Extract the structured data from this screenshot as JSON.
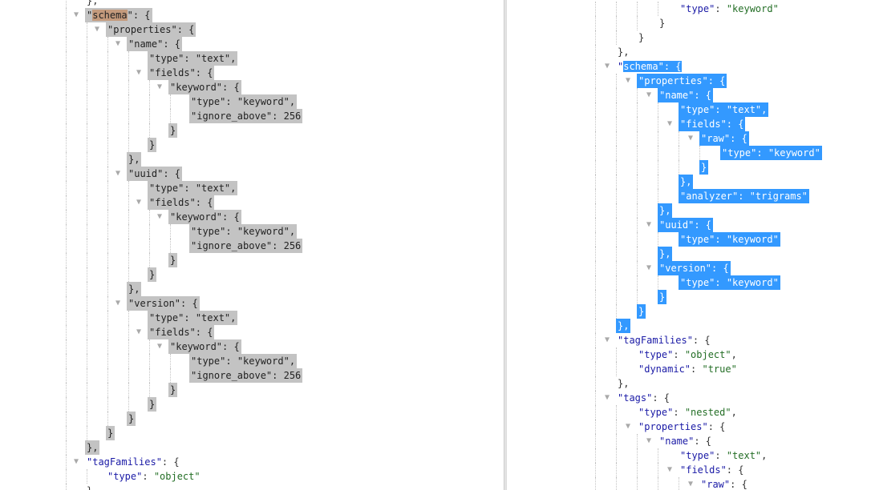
{
  "left_pane": {
    "lines": [
      {
        "indent": 0,
        "toggle": false,
        "hl": "none",
        "parts": [
          {
            "c": "p",
            "t": "},"
          }
        ]
      },
      {
        "indent": 0,
        "toggle": true,
        "hl": "gray",
        "parts": [
          {
            "c": "k",
            "t": "\""
          },
          {
            "c": "k",
            "t": "schema",
            "m": true
          },
          {
            "c": "k",
            "t": "\""
          },
          {
            "c": "p",
            "t": ": {"
          }
        ]
      },
      {
        "indent": 1,
        "toggle": true,
        "hl": "gray",
        "parts": [
          {
            "c": "k",
            "t": "\"properties\""
          },
          {
            "c": "p",
            "t": ": {"
          }
        ]
      },
      {
        "indent": 2,
        "toggle": true,
        "hl": "gray",
        "parts": [
          {
            "c": "k",
            "t": "\"name\""
          },
          {
            "c": "p",
            "t": ": {"
          }
        ]
      },
      {
        "indent": 3,
        "toggle": false,
        "hl": "gray",
        "parts": [
          {
            "c": "k",
            "t": "\"type\""
          },
          {
            "c": "p",
            "t": ": "
          },
          {
            "c": "s",
            "t": "\"text\""
          },
          {
            "c": "p",
            "t": ","
          }
        ]
      },
      {
        "indent": 3,
        "toggle": true,
        "hl": "gray",
        "parts": [
          {
            "c": "k",
            "t": "\"fields\""
          },
          {
            "c": "p",
            "t": ": {"
          }
        ]
      },
      {
        "indent": 4,
        "toggle": true,
        "hl": "gray",
        "parts": [
          {
            "c": "k",
            "t": "\"keyword\""
          },
          {
            "c": "p",
            "t": ": {"
          }
        ]
      },
      {
        "indent": 5,
        "toggle": false,
        "hl": "gray",
        "parts": [
          {
            "c": "k",
            "t": "\"type\""
          },
          {
            "c": "p",
            "t": ": "
          },
          {
            "c": "s",
            "t": "\"keyword\""
          },
          {
            "c": "p",
            "t": ","
          }
        ]
      },
      {
        "indent": 5,
        "toggle": false,
        "hl": "gray",
        "parts": [
          {
            "c": "k",
            "t": "\"ignore_above\""
          },
          {
            "c": "p",
            "t": ": "
          },
          {
            "c": "n",
            "t": "256"
          }
        ]
      },
      {
        "indent": 4,
        "toggle": false,
        "hl": "gray",
        "parts": [
          {
            "c": "p",
            "t": "}"
          }
        ]
      },
      {
        "indent": 3,
        "toggle": false,
        "hl": "gray",
        "parts": [
          {
            "c": "p",
            "t": "}"
          }
        ]
      },
      {
        "indent": 2,
        "toggle": false,
        "hl": "gray",
        "parts": [
          {
            "c": "p",
            "t": "},"
          }
        ]
      },
      {
        "indent": 2,
        "toggle": true,
        "hl": "gray",
        "parts": [
          {
            "c": "k",
            "t": "\"uuid\""
          },
          {
            "c": "p",
            "t": ": {"
          }
        ]
      },
      {
        "indent": 3,
        "toggle": false,
        "hl": "gray",
        "parts": [
          {
            "c": "k",
            "t": "\"type\""
          },
          {
            "c": "p",
            "t": ": "
          },
          {
            "c": "s",
            "t": "\"text\""
          },
          {
            "c": "p",
            "t": ","
          }
        ]
      },
      {
        "indent": 3,
        "toggle": true,
        "hl": "gray",
        "parts": [
          {
            "c": "k",
            "t": "\"fields\""
          },
          {
            "c": "p",
            "t": ": {"
          }
        ]
      },
      {
        "indent": 4,
        "toggle": true,
        "hl": "gray",
        "parts": [
          {
            "c": "k",
            "t": "\"keyword\""
          },
          {
            "c": "p",
            "t": ": {"
          }
        ]
      },
      {
        "indent": 5,
        "toggle": false,
        "hl": "gray",
        "parts": [
          {
            "c": "k",
            "t": "\"type\""
          },
          {
            "c": "p",
            "t": ": "
          },
          {
            "c": "s",
            "t": "\"keyword\""
          },
          {
            "c": "p",
            "t": ","
          }
        ]
      },
      {
        "indent": 5,
        "toggle": false,
        "hl": "gray",
        "parts": [
          {
            "c": "k",
            "t": "\"ignore_above\""
          },
          {
            "c": "p",
            "t": ": "
          },
          {
            "c": "n",
            "t": "256"
          }
        ]
      },
      {
        "indent": 4,
        "toggle": false,
        "hl": "gray",
        "parts": [
          {
            "c": "p",
            "t": "}"
          }
        ]
      },
      {
        "indent": 3,
        "toggle": false,
        "hl": "gray",
        "parts": [
          {
            "c": "p",
            "t": "}"
          }
        ]
      },
      {
        "indent": 2,
        "toggle": false,
        "hl": "gray",
        "parts": [
          {
            "c": "p",
            "t": "},"
          }
        ]
      },
      {
        "indent": 2,
        "toggle": true,
        "hl": "gray",
        "parts": [
          {
            "c": "k",
            "t": "\"version\""
          },
          {
            "c": "p",
            "t": ": {"
          }
        ]
      },
      {
        "indent": 3,
        "toggle": false,
        "hl": "gray",
        "parts": [
          {
            "c": "k",
            "t": "\"type\""
          },
          {
            "c": "p",
            "t": ": "
          },
          {
            "c": "s",
            "t": "\"text\""
          },
          {
            "c": "p",
            "t": ","
          }
        ]
      },
      {
        "indent": 3,
        "toggle": true,
        "hl": "gray",
        "parts": [
          {
            "c": "k",
            "t": "\"fields\""
          },
          {
            "c": "p",
            "t": ": {"
          }
        ]
      },
      {
        "indent": 4,
        "toggle": true,
        "hl": "gray",
        "parts": [
          {
            "c": "k",
            "t": "\"keyword\""
          },
          {
            "c": "p",
            "t": ": {"
          }
        ]
      },
      {
        "indent": 5,
        "toggle": false,
        "hl": "gray",
        "parts": [
          {
            "c": "k",
            "t": "\"type\""
          },
          {
            "c": "p",
            "t": ": "
          },
          {
            "c": "s",
            "t": "\"keyword\""
          },
          {
            "c": "p",
            "t": ","
          }
        ]
      },
      {
        "indent": 5,
        "toggle": false,
        "hl": "gray",
        "parts": [
          {
            "c": "k",
            "t": "\"ignore_above\""
          },
          {
            "c": "p",
            "t": ": "
          },
          {
            "c": "n",
            "t": "256"
          }
        ]
      },
      {
        "indent": 4,
        "toggle": false,
        "hl": "gray",
        "parts": [
          {
            "c": "p",
            "t": "}"
          }
        ]
      },
      {
        "indent": 3,
        "toggle": false,
        "hl": "gray",
        "parts": [
          {
            "c": "p",
            "t": "}"
          }
        ]
      },
      {
        "indent": 2,
        "toggle": false,
        "hl": "gray",
        "parts": [
          {
            "c": "p",
            "t": "}"
          }
        ]
      },
      {
        "indent": 1,
        "toggle": false,
        "hl": "gray",
        "parts": [
          {
            "c": "p",
            "t": "}"
          }
        ]
      },
      {
        "indent": 0,
        "toggle": false,
        "hl": "gray",
        "parts": [
          {
            "c": "p",
            "t": "},"
          }
        ]
      },
      {
        "indent": 0,
        "toggle": true,
        "hl": "none",
        "parts": [
          {
            "c": "k",
            "t": "\"tagFamilies\""
          },
          {
            "c": "p",
            "t": ": {"
          }
        ]
      },
      {
        "indent": 1,
        "toggle": false,
        "hl": "none",
        "parts": [
          {
            "c": "k",
            "t": "\"type\""
          },
          {
            "c": "p",
            "t": ": "
          },
          {
            "c": "s",
            "t": "\"object\""
          }
        ]
      },
      {
        "indent": 0,
        "toggle": false,
        "hl": "none",
        "parts": [
          {
            "c": "p",
            "t": "}"
          }
        ]
      }
    ]
  },
  "right_pane": {
    "lines": [
      {
        "indent": 3,
        "toggle": false,
        "hl": "none",
        "parts": [
          {
            "c": "k",
            "t": "\"type\""
          },
          {
            "c": "p",
            "t": ": "
          },
          {
            "c": "s",
            "t": "\"keyword\""
          }
        ]
      },
      {
        "indent": 2,
        "toggle": false,
        "hl": "none",
        "parts": [
          {
            "c": "p",
            "t": "}"
          }
        ]
      },
      {
        "indent": 1,
        "toggle": false,
        "hl": "none",
        "parts": [
          {
            "c": "p",
            "t": "}"
          }
        ]
      },
      {
        "indent": 0,
        "toggle": false,
        "hl": "none",
        "parts": [
          {
            "c": "p",
            "t": "},"
          }
        ]
      },
      {
        "indent": 0,
        "toggle": true,
        "hl": "blue-partial",
        "parts": [
          {
            "c": "k",
            "t": "\""
          },
          {
            "c": "k",
            "t": "schema",
            "sel": true
          },
          {
            "c": "k",
            "t": "\"",
            "sel": true
          },
          {
            "c": "p",
            "t": ": {",
            "sel": true
          }
        ]
      },
      {
        "indent": 1,
        "toggle": true,
        "hl": "blue",
        "parts": [
          {
            "c": "k",
            "t": "\"properties\""
          },
          {
            "c": "p",
            "t": ": {"
          }
        ]
      },
      {
        "indent": 2,
        "toggle": true,
        "hl": "blue",
        "parts": [
          {
            "c": "k",
            "t": "\"name\""
          },
          {
            "c": "p",
            "t": ": {"
          }
        ]
      },
      {
        "indent": 3,
        "toggle": false,
        "hl": "blue",
        "parts": [
          {
            "c": "k",
            "t": "\"type\""
          },
          {
            "c": "p",
            "t": ": "
          },
          {
            "c": "s",
            "t": "\"text\""
          },
          {
            "c": "p",
            "t": ","
          }
        ]
      },
      {
        "indent": 3,
        "toggle": true,
        "hl": "blue",
        "parts": [
          {
            "c": "k",
            "t": "\"fields\""
          },
          {
            "c": "p",
            "t": ": {"
          }
        ]
      },
      {
        "indent": 4,
        "toggle": true,
        "hl": "blue",
        "parts": [
          {
            "c": "k",
            "t": "\"raw\""
          },
          {
            "c": "p",
            "t": ": {"
          }
        ]
      },
      {
        "indent": 5,
        "toggle": false,
        "hl": "blue",
        "parts": [
          {
            "c": "k",
            "t": "\"type\""
          },
          {
            "c": "p",
            "t": ": "
          },
          {
            "c": "s",
            "t": "\"keyword\""
          }
        ]
      },
      {
        "indent": 4,
        "toggle": false,
        "hl": "blue",
        "parts": [
          {
            "c": "p",
            "t": "}"
          }
        ]
      },
      {
        "indent": 3,
        "toggle": false,
        "hl": "blue",
        "parts": [
          {
            "c": "p",
            "t": "},"
          }
        ]
      },
      {
        "indent": 3,
        "toggle": false,
        "hl": "blue",
        "parts": [
          {
            "c": "k",
            "t": "\"analyzer\""
          },
          {
            "c": "p",
            "t": ": "
          },
          {
            "c": "s",
            "t": "\"trigrams\""
          }
        ]
      },
      {
        "indent": 2,
        "toggle": false,
        "hl": "blue",
        "parts": [
          {
            "c": "p",
            "t": "},"
          }
        ]
      },
      {
        "indent": 2,
        "toggle": true,
        "hl": "blue",
        "parts": [
          {
            "c": "k",
            "t": "\"uuid\""
          },
          {
            "c": "p",
            "t": ": {"
          }
        ]
      },
      {
        "indent": 3,
        "toggle": false,
        "hl": "blue",
        "parts": [
          {
            "c": "k",
            "t": "\"type\""
          },
          {
            "c": "p",
            "t": ": "
          },
          {
            "c": "s",
            "t": "\"keyword\""
          }
        ]
      },
      {
        "indent": 2,
        "toggle": false,
        "hl": "blue",
        "parts": [
          {
            "c": "p",
            "t": "},"
          }
        ]
      },
      {
        "indent": 2,
        "toggle": true,
        "hl": "blue",
        "parts": [
          {
            "c": "k",
            "t": "\"version\""
          },
          {
            "c": "p",
            "t": ": {"
          }
        ]
      },
      {
        "indent": 3,
        "toggle": false,
        "hl": "blue",
        "parts": [
          {
            "c": "k",
            "t": "\"type\""
          },
          {
            "c": "p",
            "t": ": "
          },
          {
            "c": "s",
            "t": "\"keyword\""
          }
        ]
      },
      {
        "indent": 2,
        "toggle": false,
        "hl": "blue",
        "parts": [
          {
            "c": "p",
            "t": "}"
          }
        ]
      },
      {
        "indent": 1,
        "toggle": false,
        "hl": "blue",
        "parts": [
          {
            "c": "p",
            "t": "}"
          }
        ]
      },
      {
        "indent": 0,
        "toggle": false,
        "hl": "blue",
        "parts": [
          {
            "c": "p",
            "t": "},"
          }
        ]
      },
      {
        "indent": 0,
        "toggle": true,
        "hl": "none",
        "parts": [
          {
            "c": "k",
            "t": "\"tagFamilies\""
          },
          {
            "c": "p",
            "t": ": {"
          }
        ]
      },
      {
        "indent": 1,
        "toggle": false,
        "hl": "none",
        "parts": [
          {
            "c": "k",
            "t": "\"type\""
          },
          {
            "c": "p",
            "t": ": "
          },
          {
            "c": "s",
            "t": "\"object\""
          },
          {
            "c": "p",
            "t": ","
          }
        ]
      },
      {
        "indent": 1,
        "toggle": false,
        "hl": "none",
        "parts": [
          {
            "c": "k",
            "t": "\"dynamic\""
          },
          {
            "c": "p",
            "t": ": "
          },
          {
            "c": "s",
            "t": "\"true\""
          }
        ]
      },
      {
        "indent": 0,
        "toggle": false,
        "hl": "none",
        "parts": [
          {
            "c": "p",
            "t": "},"
          }
        ]
      },
      {
        "indent": 0,
        "toggle": true,
        "hl": "none",
        "parts": [
          {
            "c": "k",
            "t": "\"tags\""
          },
          {
            "c": "p",
            "t": ": {"
          }
        ]
      },
      {
        "indent": 1,
        "toggle": false,
        "hl": "none",
        "parts": [
          {
            "c": "k",
            "t": "\"type\""
          },
          {
            "c": "p",
            "t": ": "
          },
          {
            "c": "s",
            "t": "\"nested\""
          },
          {
            "c": "p",
            "t": ","
          }
        ]
      },
      {
        "indent": 1,
        "toggle": true,
        "hl": "none",
        "parts": [
          {
            "c": "k",
            "t": "\"properties\""
          },
          {
            "c": "p",
            "t": ": {"
          }
        ]
      },
      {
        "indent": 2,
        "toggle": true,
        "hl": "none",
        "parts": [
          {
            "c": "k",
            "t": "\"name\""
          },
          {
            "c": "p",
            "t": ": {"
          }
        ]
      },
      {
        "indent": 3,
        "toggle": false,
        "hl": "none",
        "parts": [
          {
            "c": "k",
            "t": "\"type\""
          },
          {
            "c": "p",
            "t": ": "
          },
          {
            "c": "s",
            "t": "\"text\""
          },
          {
            "c": "p",
            "t": ","
          }
        ]
      },
      {
        "indent": 3,
        "toggle": true,
        "hl": "none",
        "parts": [
          {
            "c": "k",
            "t": "\"fields\""
          },
          {
            "c": "p",
            "t": ": {"
          }
        ]
      },
      {
        "indent": 4,
        "toggle": true,
        "hl": "none",
        "parts": [
          {
            "c": "k",
            "t": "\"raw\""
          },
          {
            "c": "p",
            "t": ": {"
          }
        ]
      }
    ]
  },
  "colors": {
    "key": "#1a1aa6",
    "string": "#236e25",
    "highlight_gray": "#c3c3c3",
    "highlight_blue": "#3399ff",
    "search_match": "#c49a7c"
  },
  "icons": {
    "expand_toggle": "triangle-down-icon"
  }
}
